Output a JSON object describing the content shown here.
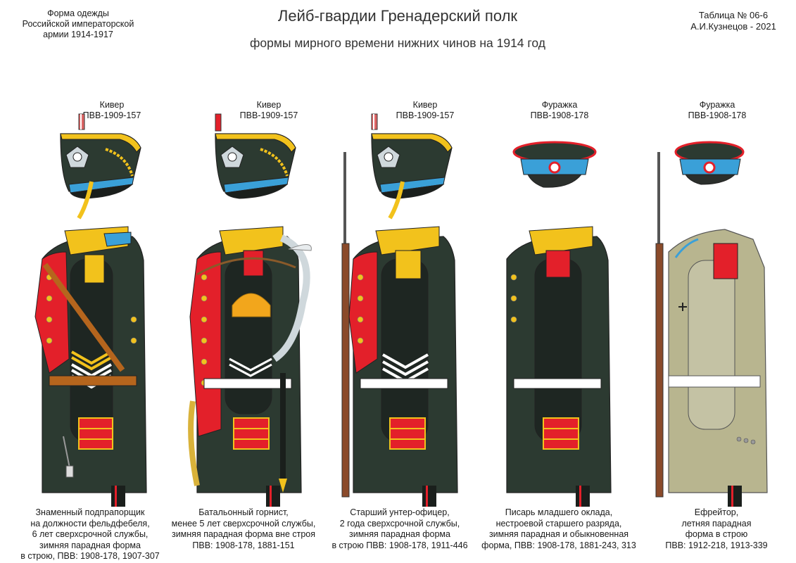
{
  "header": {
    "left_lines": [
      "Форма одежды",
      "Российской императорской",
      "армии  1914-1917"
    ],
    "title": "Лейб-гвардии Гренадерский полк",
    "subtitle": "формы мирного времени нижних чинов  на 1914 год",
    "right_lines": [
      "Таблица № 06-6",
      "А.И.Кузнецов - 2021"
    ]
  },
  "colors": {
    "tunic_green": "#2c3a31",
    "lapel_red": "#e3202a",
    "gold": "#f2c21c",
    "cap_blue": "#3aa0d8",
    "summer_khaki": "#b8b58f",
    "belt_white": "#ffffff",
    "rifle_brown": "#8a4a2a"
  },
  "figures": [
    {
      "hat_label": [
        "Кивер",
        "ПВВ-1909-157"
      ],
      "caption": [
        "Знаменный подпрапорщик",
        "на должности фельдфебеля,",
        "6 лет сверхсрочной службы,",
        "зимняя парадная форма",
        "в строю, ПВВ: 1908-178, 1907-307"
      ]
    },
    {
      "hat_label": [
        "Кивер",
        "ПВВ-1909-157"
      ],
      "caption": [
        "Батальонный горнист,",
        "менее 5 лет сверхсрочной службы,",
        "зимняя парадная форма вне строя",
        "ПВВ: 1908-178, 1881-151"
      ]
    },
    {
      "hat_label": [
        "Кивер",
        "ПВВ-1909-157"
      ],
      "caption": [
        "Старший унтер-офицер,",
        "2 года сверхсрочной службы,",
        "зимняя парадная форма",
        "в строю ПВВ: 1908-178, 1911-446"
      ]
    },
    {
      "hat_label": [
        "Фуражка",
        "ПВВ-1908-178"
      ],
      "caption": [
        "Писарь младшего оклада,",
        "нестроевой старшего разряда,",
        "зимняя парадная и обыкновенная",
        "форма, ПВВ: 1908-178, 1881-243, 313"
      ]
    },
    {
      "hat_label": [
        "Фуражка",
        "ПВВ-1908-178"
      ],
      "caption": [
        "Ефрейтор,",
        "летняя парадная",
        "форма в строю",
        "ПВВ: 1912-218, 1913-339"
      ]
    }
  ]
}
